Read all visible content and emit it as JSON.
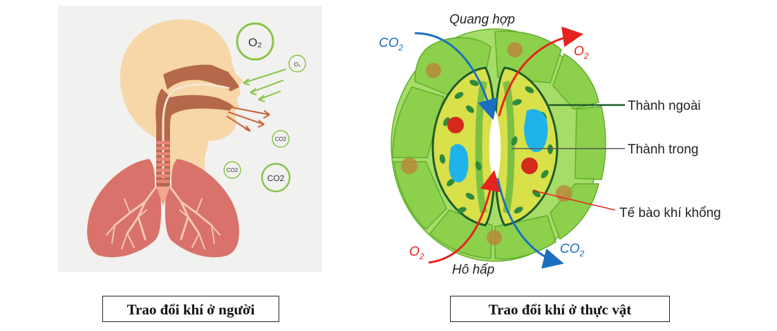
{
  "human": {
    "gases": {
      "o2_big": "O₂",
      "o2_small": "O₂",
      "co2_small_1": "CO2",
      "co2_small_2": "CO2",
      "co2_big": "CO2"
    },
    "caption": "Trao đổi khí ở người"
  },
  "plant": {
    "labels": {
      "photosynthesis": "Quang hợp",
      "respiration": "Hô hấp",
      "outer_wall": "Thành ngoài",
      "inner_wall": "Thành trong",
      "guard_cell": "Tế bào khí khổng"
    },
    "gases": {
      "co2_in": "CO",
      "co2_in_sub": "2",
      "o2_out": "O",
      "o2_out_sub": "2",
      "o2_in": "O",
      "o2_in_sub": "2",
      "co2_out": "CO",
      "co2_out_sub": "2"
    },
    "caption": "Trao đổi khí ở thực vật"
  },
  "colors": {
    "background_panel": "#f1f1ef",
    "skin": "#f7d7a8",
    "airway": "#b5684a",
    "lung": "#d9726a",
    "bubble": "#8ac34a",
    "co2_arrow": "#c8623e",
    "cell_green": "#8cd04b",
    "guard_yellow": "#d8e04a",
    "chloroplast": "#2e8b3c",
    "nucleus_red": "#d42a1c",
    "vacuole_blue": "#1fb3ea",
    "arrow_blue": "#1a6fc0",
    "arrow_red": "#e8231f"
  }
}
